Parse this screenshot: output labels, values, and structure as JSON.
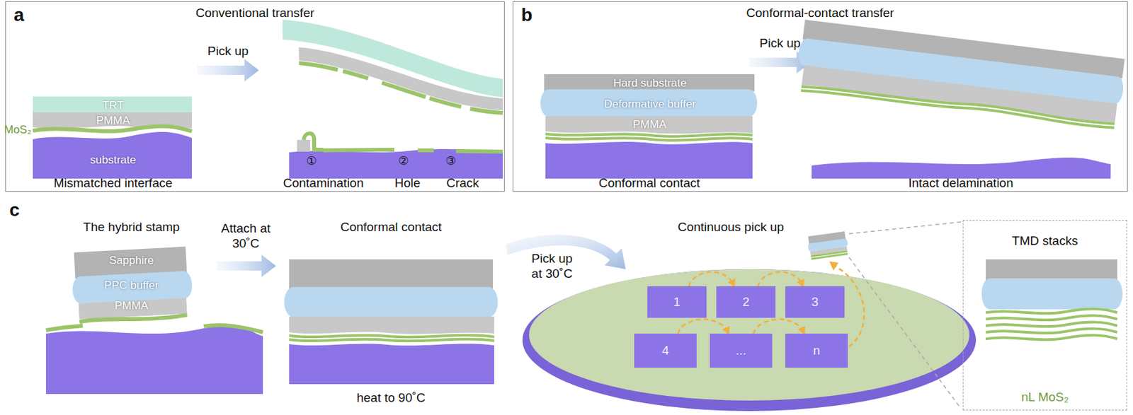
{
  "diagram": {
    "nodes": [
      {
        "text": [
          "a",
          "Conventional transfer"
        ]
      },
      {
        "text": [
          "TRT"
        ],
        "in": 0
      },
      {
        "text": [
          "PMMA"
        ],
        "in": 0
      },
      {
        "text": [
          "substrate"
        ],
        "in": 0
      },
      {
        "text": [
          "b",
          "Conformal-contact transfer"
        ]
      },
      {
        "text": [
          "Hard substrate"
        ],
        "in": 4
      },
      {
        "text": [
          "Deformative buffer"
        ],
        "in": 4
      },
      {
        "text": [
          "PMMA"
        ],
        "in": 4
      },
      {
        "text": [
          "Sapphire"
        ]
      },
      {
        "text": [
          "PPC buffer"
        ]
      },
      {
        "text": [
          "PMMA"
        ]
      },
      {
        "text": [
          "1"
        ]
      },
      {
        "text": [
          "2"
        ]
      },
      {
        "text": [
          "3"
        ]
      },
      {
        "text": [
          "4"
        ]
      },
      {
        "text": [
          "..."
        ]
      },
      {
        "text": [
          "n"
        ]
      },
      {
        "text": [
          "TMD stacks",
          "nL MoS₂"
        ]
      }
    ],
    "edges": [
      {
        "from": 11,
        "to": 12,
        "arrow": "to"
      },
      {
        "from": 12,
        "to": 13,
        "arrow": "to"
      },
      {
        "from": 14,
        "to": 15,
        "arrow": "to"
      },
      {
        "from": 15,
        "to": 16,
        "arrow": "to"
      }
    ],
    "labels": [
      "MoS₂",
      "Mismatched interface",
      "Pick up",
      "①",
      "Contamination",
      "②",
      "Hole",
      "③",
      "Crack",
      "Pick up",
      "Conformal contact",
      "Intact delamination",
      "c",
      "The hybrid stamp",
      "Attach at 30˚C",
      "Conformal contact",
      "heat to 90˚C",
      "Pick up at 30˚C",
      "Continuous pick up"
    ]
  }
}
